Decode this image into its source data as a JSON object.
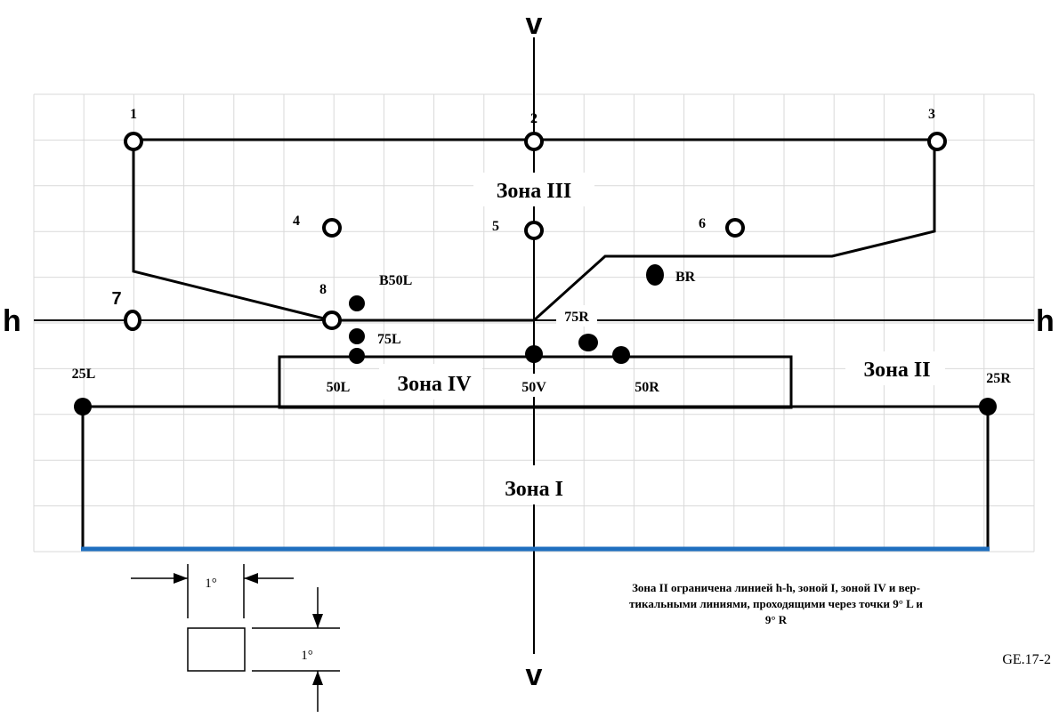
{
  "axes": {
    "vertical_top": "v",
    "vertical_bottom": "v",
    "horizontal_left": "h",
    "horizontal_right": "h"
  },
  "zones": {
    "z1": "Зона I",
    "z2": "Зона II",
    "z3": "Зона III",
    "z4": "Зона IV"
  },
  "points": {
    "p1": "1",
    "p2": "2",
    "p3": "3",
    "p4": "4",
    "p5": "5",
    "p6": "6",
    "p7": "7",
    "p8": "8",
    "b50l": "B50L",
    "br": "BR",
    "l75": "75L",
    "r75": "75R",
    "l50": "50L",
    "v50": "50V",
    "r50": "50R",
    "l25": "25L",
    "r25": "25R"
  },
  "scale": {
    "h_label": "1°",
    "v_label": "1°"
  },
  "note": {
    "line1": "Зона II ограничена линией h-h, зоной I, зоной IV и вер-",
    "line2": "тикальными линиями, проходящими через точки 9° L и",
    "line3": "9° R"
  },
  "figure_id": "GE.17-2",
  "colors": {
    "line": "#000000",
    "grid": "#d9d9d9",
    "base_line": "#1f6fbf"
  }
}
